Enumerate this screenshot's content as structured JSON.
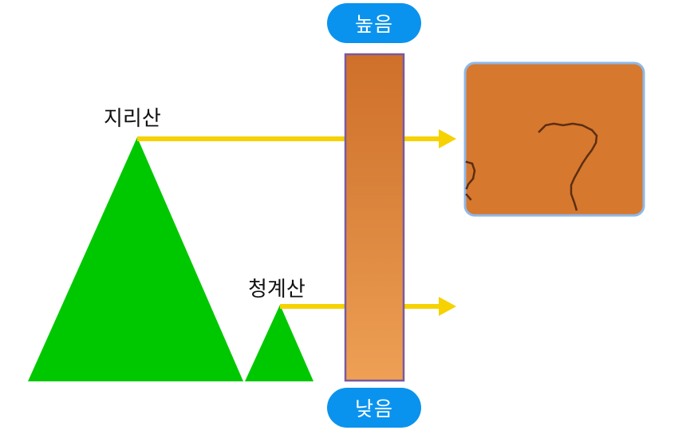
{
  "labels": {
    "high": "높음",
    "low": "낮음"
  },
  "mountains": [
    {
      "name": "지리산"
    },
    {
      "name": "청계산"
    }
  ],
  "colors": {
    "pill": "#0a93ee",
    "mountain": "#00c800",
    "arrow": "#f5d200",
    "bar_top": "#cf702a",
    "bar_bottom": "#eea055",
    "bar_border": "#7a5aa0",
    "panel_fill": "#d6782e",
    "panel_border": "#8fb8e8"
  },
  "icons": {
    "scribble": "handwritten-digit-7-sketch"
  }
}
